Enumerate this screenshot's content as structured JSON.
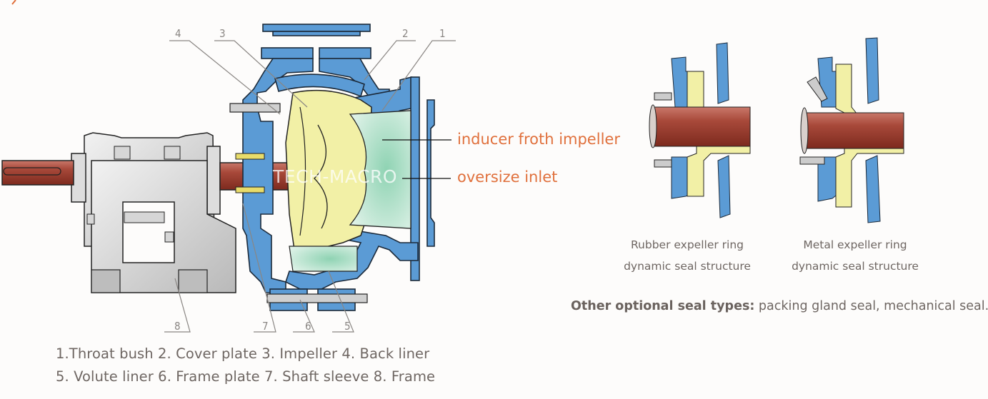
{
  "diagram": {
    "title": "Froth pump cross-section",
    "watermark": "TECH-MACRO",
    "callouts": [
      {
        "num": "1",
        "part": "Throat bush"
      },
      {
        "num": "2",
        "part": "Cover plate"
      },
      {
        "num": "3",
        "part": "Impeller"
      },
      {
        "num": "4",
        "part": "Back liner"
      },
      {
        "num": "5",
        "part": "Volute liner"
      },
      {
        "num": "6",
        "part": "Frame plate"
      },
      {
        "num": "7",
        "part": "Shaft sleeve"
      },
      {
        "num": "8",
        "part": "Frame"
      }
    ],
    "feature_labels": {
      "impeller": "inducer froth impeller",
      "inlet": "oversize inlet"
    },
    "legend": {
      "line1": "1.Throat bush 2. Cover plate 3. Impeller 4. Back liner",
      "line2": "5. Volute liner 6. Frame plate 7. Shaft sleeve 8. Frame"
    },
    "colors": {
      "liner_blue": "#5b9bd5",
      "impeller_yellow": "#f2f0a6",
      "inlet_green": "#a9dcc4",
      "shaft_red": "#9b3a2a",
      "frame_gray": "#c8c8c8",
      "accent_orange": "#e0703c",
      "text_gray": "#6e6662"
    }
  },
  "seals": {
    "rubber": {
      "line1": "Rubber expeller ring",
      "line2": "dynamic seal structure"
    },
    "metal": {
      "line1": "Metal expeller ring",
      "line2": "dynamic seal structure"
    },
    "other_label": "Other optional seal types:",
    "other_value": " packing gland seal, mechanical seal."
  }
}
